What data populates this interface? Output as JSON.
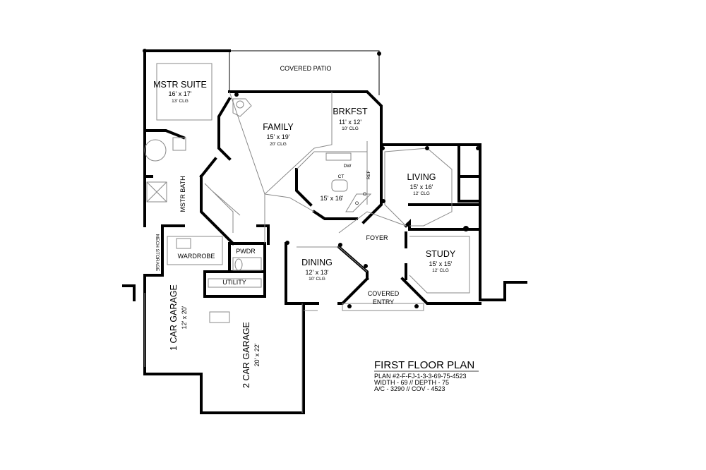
{
  "rooms": {
    "covered_patio": {
      "name": "COVERED PATIO"
    },
    "master_suite": {
      "name": "MSTR SUITE",
      "size": "16' x 17'",
      "ceiling": "13' CLG"
    },
    "family": {
      "name": "FAMILY",
      "size": "15' x 19'",
      "ceiling": "20' CLG"
    },
    "breakfast": {
      "name": "BRKFST",
      "size": "11' x 12'",
      "ceiling": "10' CLG"
    },
    "kitchen": {
      "size": "15' x 16'",
      "cooktop": "CT",
      "dishwasher": "DW",
      "refrigerator": "REF",
      "oven_a": "O",
      "oven_b": "O"
    },
    "living": {
      "name": "LIVING",
      "size": "15' x 16'",
      "ceiling": "12' CLG"
    },
    "master_bath": {
      "name": "MSTR BATH"
    },
    "mech_storage": {
      "name": "MECH STORAGE"
    },
    "wardrobe": {
      "name": "WARDROBE"
    },
    "powder": {
      "name": "PWDR"
    },
    "utility": {
      "name": "UTILITY"
    },
    "foyer": {
      "name": "FOYER"
    },
    "dining": {
      "name": "DINING",
      "size": "12' x 13'",
      "ceiling": "10' CLG"
    },
    "study": {
      "name": "STUDY",
      "size": "15' x 15'",
      "ceiling": "12' CLG"
    },
    "covered_entry": {
      "name_line1": "COVERED",
      "name_line2": "ENTRY"
    },
    "garage_1": {
      "name": "1 CAR GARAGE",
      "size": "12' x 20'"
    },
    "garage_2": {
      "name": "2 CAR GARAGE",
      "size": "20' x 22'"
    }
  },
  "plan_info": {
    "title": "FIRST FLOOR PLAN",
    "plan_number": "PLAN #2-F-FJ-1-3-3-69-75-4523",
    "dimensions": "WIDTH - 69 // DEPTH - 75",
    "area": "A/C - 3290 // COV - 4523"
  }
}
